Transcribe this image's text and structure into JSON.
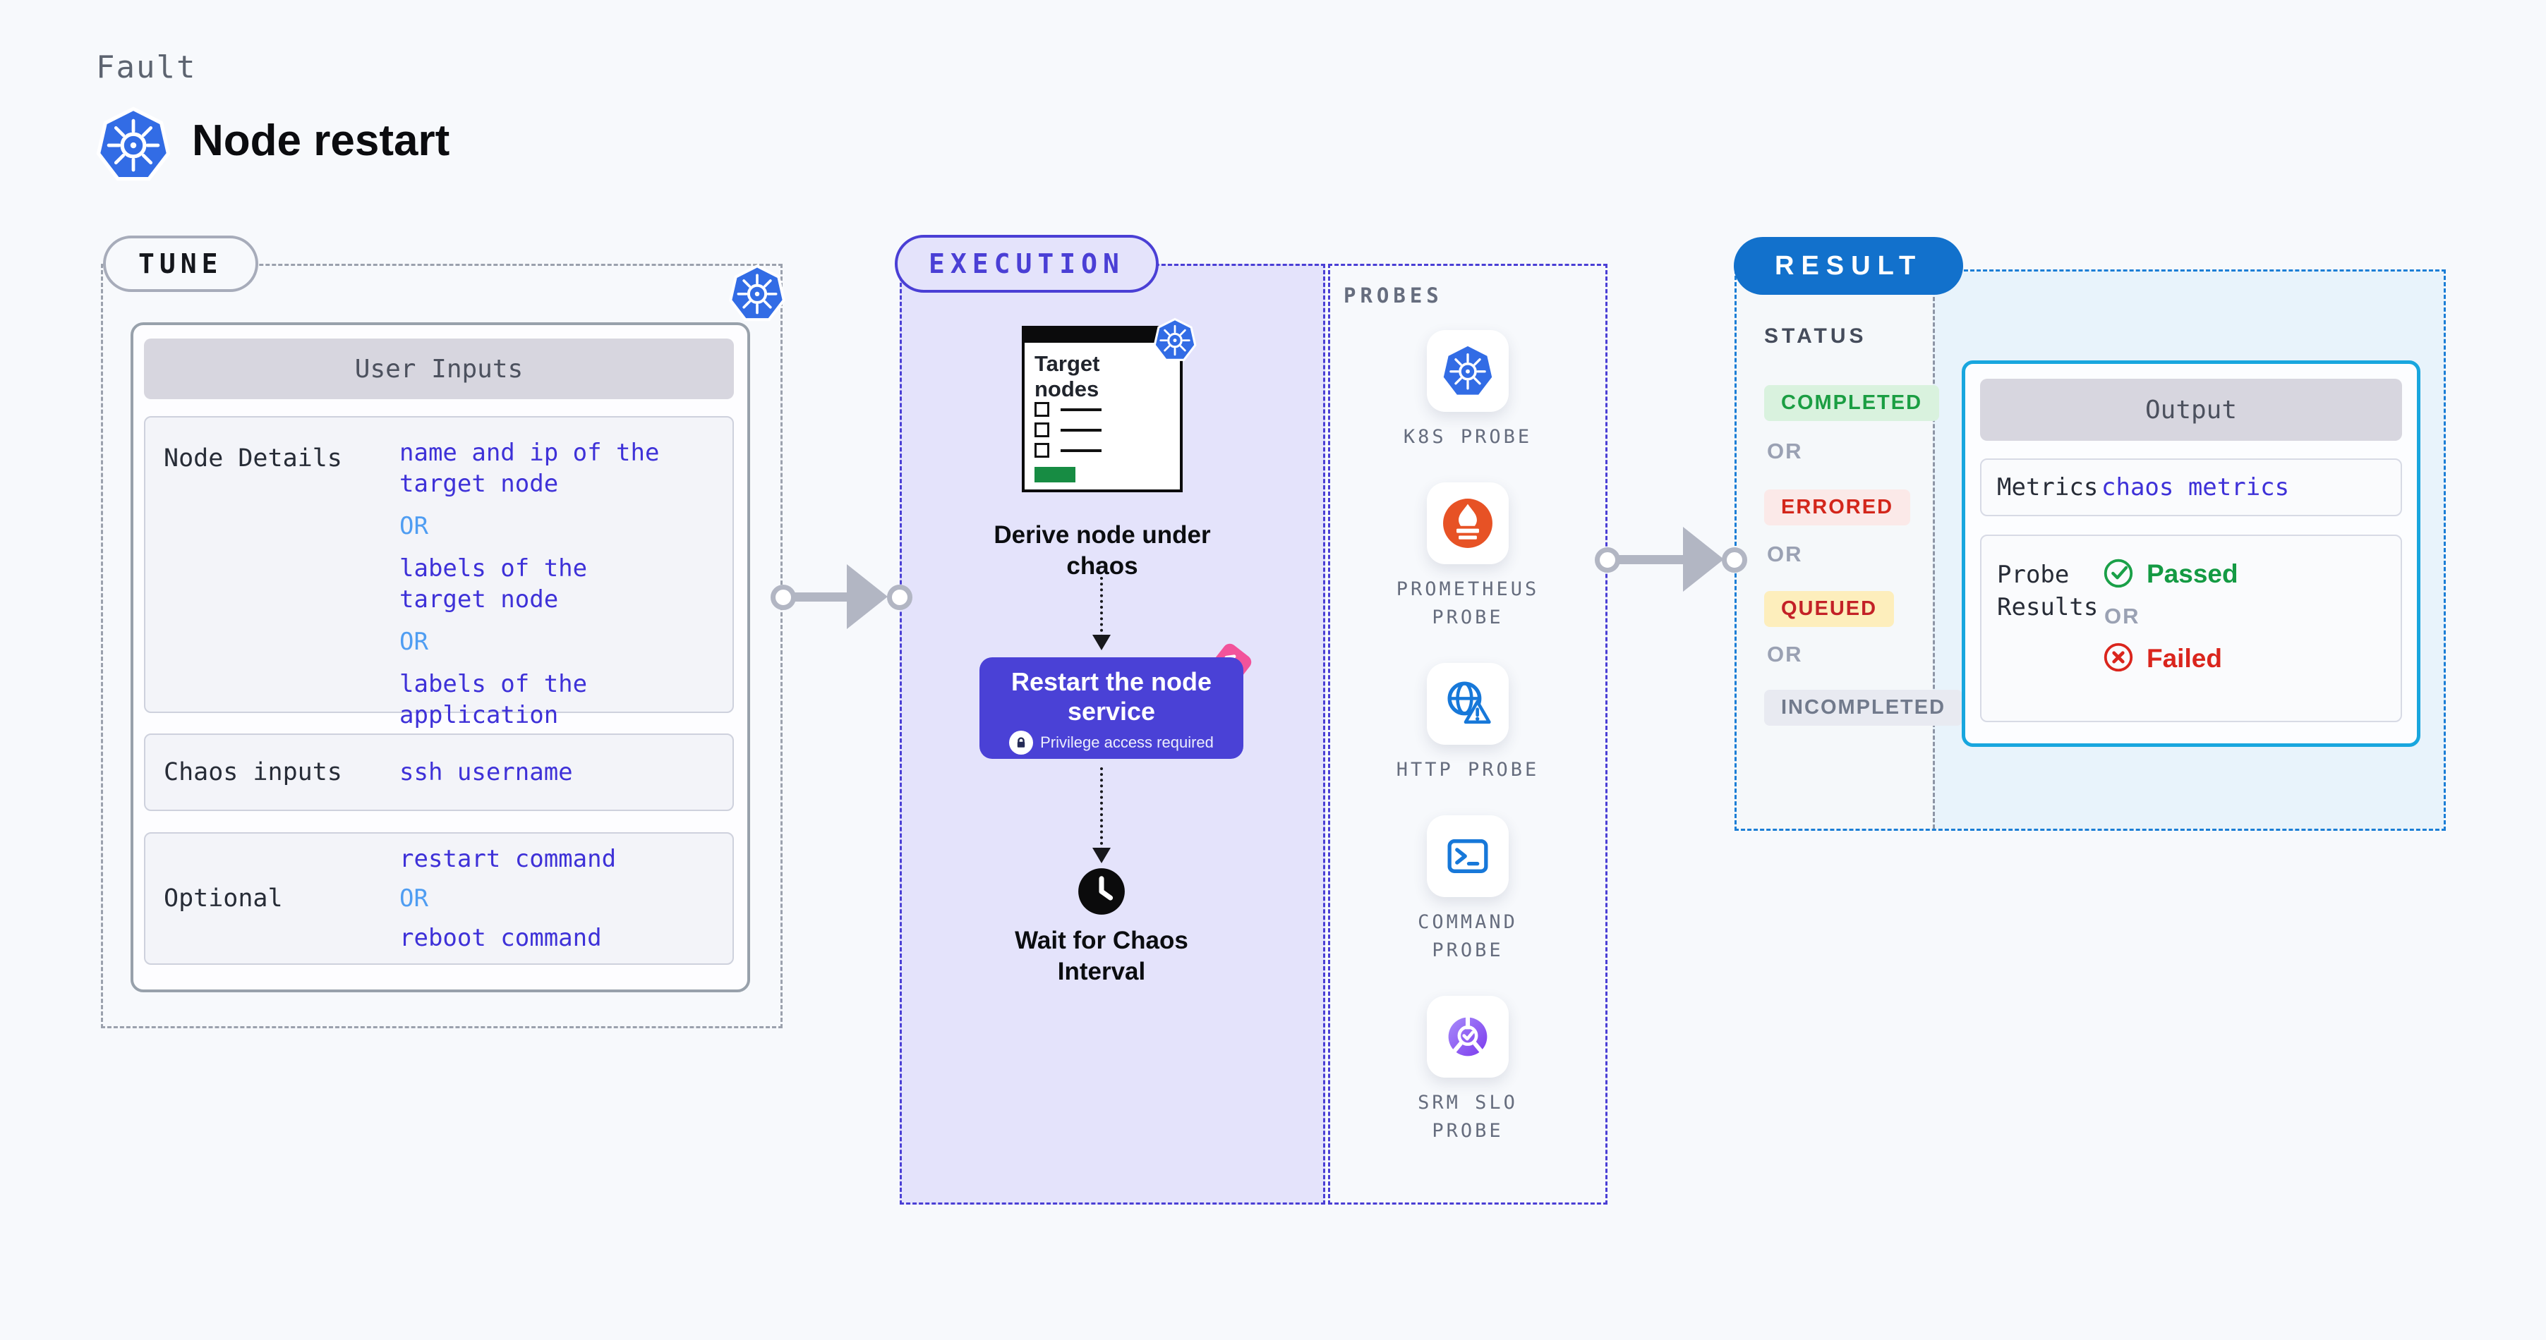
{
  "header": {
    "eyebrow": "Fault",
    "title": "Node restart"
  },
  "or_label": "OR",
  "tune": {
    "badge": "TUNE",
    "table_header": "User Inputs",
    "node_details": {
      "label": "Node Details",
      "v1": "name and ip of the\ntarget node",
      "v2": "labels of the\ntarget node",
      "v3": "labels of the application\n scheduled on target node"
    },
    "chaos_inputs": {
      "label": "Chaos inputs",
      "v1": "ssh username"
    },
    "optional": {
      "label": "Optional",
      "v1": "restart command",
      "v2": "reboot command"
    }
  },
  "execution": {
    "badge": "EXECUTION",
    "target_card_title": "Target\nnodes",
    "step_derive": "Derive node under\nchaos",
    "restart_title": "Restart the node\nservice",
    "restart_note": "Privilege access required",
    "step_wait": "Wait for Chaos\nInterval"
  },
  "probes": {
    "title": "PROBES",
    "items": [
      {
        "icon": "kubernetes-icon",
        "label": "K8S PROBE"
      },
      {
        "icon": "prometheus-icon",
        "label": "PROMETHEUS\nPROBE"
      },
      {
        "icon": "http-globe-icon",
        "label": "HTTP PROBE"
      },
      {
        "icon": "terminal-icon",
        "label": "COMMAND\nPROBE"
      },
      {
        "icon": "slo-check-icon",
        "label": "SRM SLO\nPROBE"
      }
    ]
  },
  "result": {
    "badge": "RESULT",
    "status_title": "STATUS",
    "statuses": [
      {
        "label": "COMPLETED",
        "fg": "#1b9e43",
        "bg": "#d9f2de"
      },
      {
        "label": "ERRORED",
        "fg": "#d3261b",
        "bg": "#fbe9e8"
      },
      {
        "label": "QUEUED",
        "fg": "#c32127",
        "bg": "#fdeebc"
      },
      {
        "label": "INCOMPLETED",
        "fg": "#717a8c",
        "bg": "#e8eaf1"
      }
    ],
    "output": {
      "header": "Output",
      "metrics_label": "Metrics",
      "metrics_value": "chaos metrics",
      "probe_results_label": "Probe\nResults",
      "passed": "Passed",
      "failed": "Failed"
    }
  },
  "colors": {
    "kubernetes_blue": "#326ce5",
    "accent_indigo": "#4a3fd5",
    "execution_bg": "#e4e3fb",
    "restart_box_purple": "#4a41d6",
    "result_badge_blue": "#1271cc",
    "output_border_cyan": "#18a6de",
    "value_text_blue": "#3e31d8",
    "or_text_blue": "#4f9df2",
    "passed_green": "#149a43",
    "failed_red": "#da251d",
    "prometheus_orange": "#e75225",
    "progress_green": "#178c43",
    "flag_pink": "#f2539b"
  }
}
